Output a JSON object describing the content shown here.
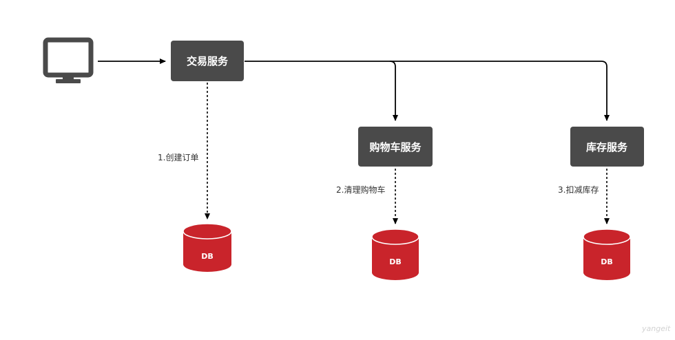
{
  "services": {
    "trade": "交易服务",
    "cart": "购物车服务",
    "inventory": "库存服务"
  },
  "steps": {
    "create_order": "1.创建订单",
    "clear_cart": "2.清理购物车",
    "reduce_stock": "3.扣减库存"
  },
  "databases": {
    "trade_db": "DB",
    "cart_db": "DB",
    "inventory_db": "DB"
  },
  "icons": {
    "client": "monitor-icon"
  },
  "colors": {
    "service_box": "#4a4a4a",
    "database": "#c9242b",
    "arrow": "#000000"
  },
  "watermark": "yangeit"
}
